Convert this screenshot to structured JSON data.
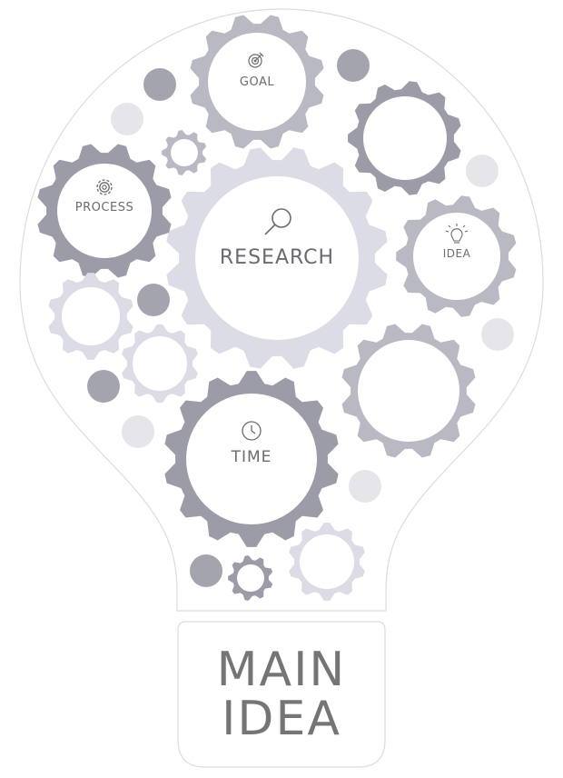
{
  "diagram": {
    "labels": {
      "goal": "GOAL",
      "process": "PROCESS",
      "research": "RESEARCH",
      "idea": "IDEA",
      "time": "TIME"
    },
    "base_text": {
      "line1": "MAIN",
      "line2": "IDEA"
    },
    "icons": {
      "goal": "target-icon",
      "process": "gear-icon",
      "research": "magnifier-icon",
      "idea": "lightbulb-icon",
      "time": "clock-icon"
    },
    "colors": {
      "bulb_outline": "#d8d8dc",
      "gear_dark": "#9c9ca8",
      "gear_medium": "#b9b9c4",
      "gear_light": "#dcdce6",
      "dot_dark": "#a4a4ae",
      "dot_light": "#e6e6ea",
      "text": "#6b6b72"
    }
  }
}
